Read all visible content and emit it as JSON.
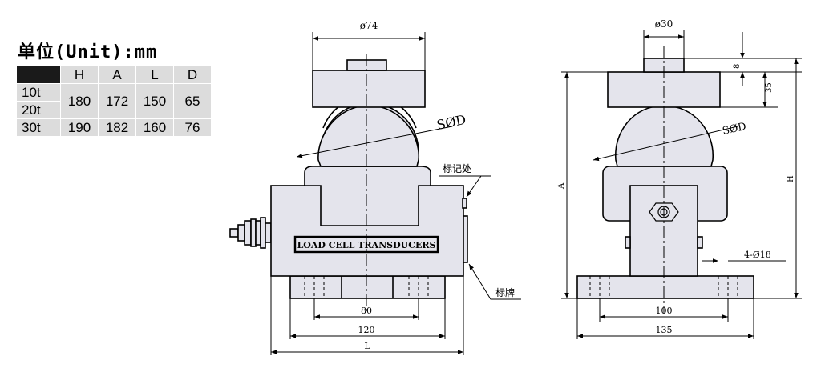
{
  "unit_title": "单位(Unit):mm",
  "table": {
    "headers": [
      "H",
      "A",
      "L",
      "D"
    ],
    "rows": [
      {
        "capacity": [
          "10t",
          "20t"
        ],
        "values": [
          "180",
          "172",
          "150",
          "65"
        ]
      },
      {
        "capacity": [
          "30t"
        ],
        "values": [
          "190",
          "182",
          "160",
          "76"
        ]
      }
    ]
  },
  "front": {
    "dia_top": "ø74",
    "sphere": "SØD",
    "mark_label": "标记处",
    "plate_text": "LOAD CELL TRANSDUCERS",
    "nameplate_label": "标牌",
    "dim_80": "80",
    "dim_120": "120",
    "dim_L": "L"
  },
  "side": {
    "dia_top": "ø30",
    "sphere": "SØD",
    "dim_8": "8",
    "dim_35": "35",
    "dim_A": "A",
    "dim_H": "H",
    "holes": "4-Ø18",
    "dim_100": "100",
    "dim_135": "135"
  },
  "colors": {
    "fill": "#e4e4ec",
    "line": "#000000",
    "table_bg": "#dcdcdc",
    "table_corner": "#1a1a1a"
  }
}
